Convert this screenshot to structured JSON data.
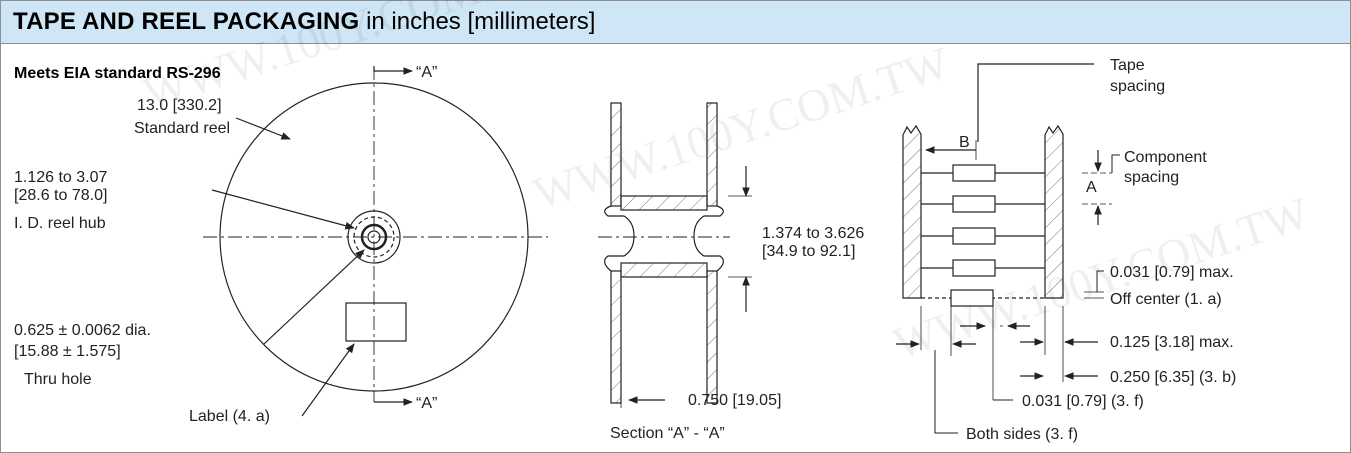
{
  "header": {
    "title_bold": "TAPE AND REEL PACKAGING",
    "title_rest": "in inches [millimeters]"
  },
  "reel_view": {
    "standard": "Meets EIA standard RS-296",
    "section_mark": "“A”",
    "reel_dim": "13.0 [330.2]",
    "reel_name": "Standard reel",
    "hub_dim_1": "1.126 to 3.07",
    "hub_dim_2": "[28.6 to 78.0]",
    "hub_name": "I. D. reel hub",
    "hole_dim_1": "0.625 ± 0.0062 dia.",
    "hole_dim_2": "[15.88 ± 1.575]",
    "hole_name": "Thru hole",
    "label": "Label (4. a)"
  },
  "section_view": {
    "width_dim_1": "1.374 to 3.626",
    "width_dim_2": "[34.9 to 92.1]",
    "flange_dim": "0.750 [19.05]",
    "caption": "Section “A” - “A”"
  },
  "tape_view": {
    "tape_spacing_1": "Tape",
    "tape_spacing_2": "spacing",
    "b_label": "B",
    "component_spacing_1": "Component",
    "component_spacing_2": "spacing",
    "a_label": "A",
    "max_off_center_1": "0.031 [0.79] max.",
    "max_off_center_2": "Off center (1. a)",
    "dim_0125": "0.125 [3.18] max.",
    "dim_0250": "0.250 [6.35] (3. b)",
    "dim_0031": "0.031 [0.79] (3. f)",
    "both_sides": "Both sides (3. f)"
  },
  "watermark": "WWW.100Y.COM.TW"
}
